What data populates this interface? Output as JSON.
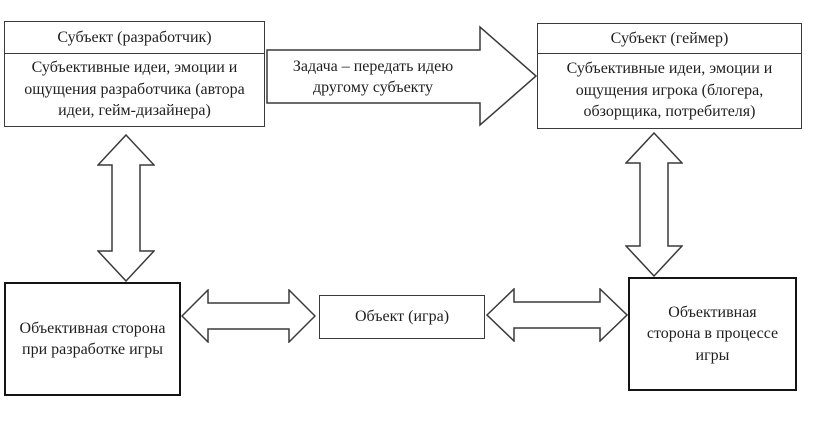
{
  "colors": {
    "background": "#ffffff",
    "thin_border": "#3a3a3a",
    "thick_border": "#141414",
    "text": "#1f1f1f"
  },
  "boxes": {
    "subject_developer": {
      "header": "Субъект (разработчик)",
      "body": "Субъективные идеи, эмоции и\nощущения разработчика (автора\nидеи, гейм-дизайнера)"
    },
    "subject_gamer": {
      "header": "Субъект (геймер)",
      "body": "Субъективные идеи, эмоции и\nощущения игрока (блогера,\nобзорщика, потребителя)"
    },
    "objective_side_development": {
      "label": "Объективная сторона\nпри разработке игры"
    },
    "object_game": {
      "label": "Объект (игра)"
    },
    "objective_side_play": {
      "label": "Объективная\nсторона в процессе\nигры"
    }
  },
  "arrows": {
    "task": {
      "label": "Задача – передать идею\nдругому субъекту"
    }
  }
}
